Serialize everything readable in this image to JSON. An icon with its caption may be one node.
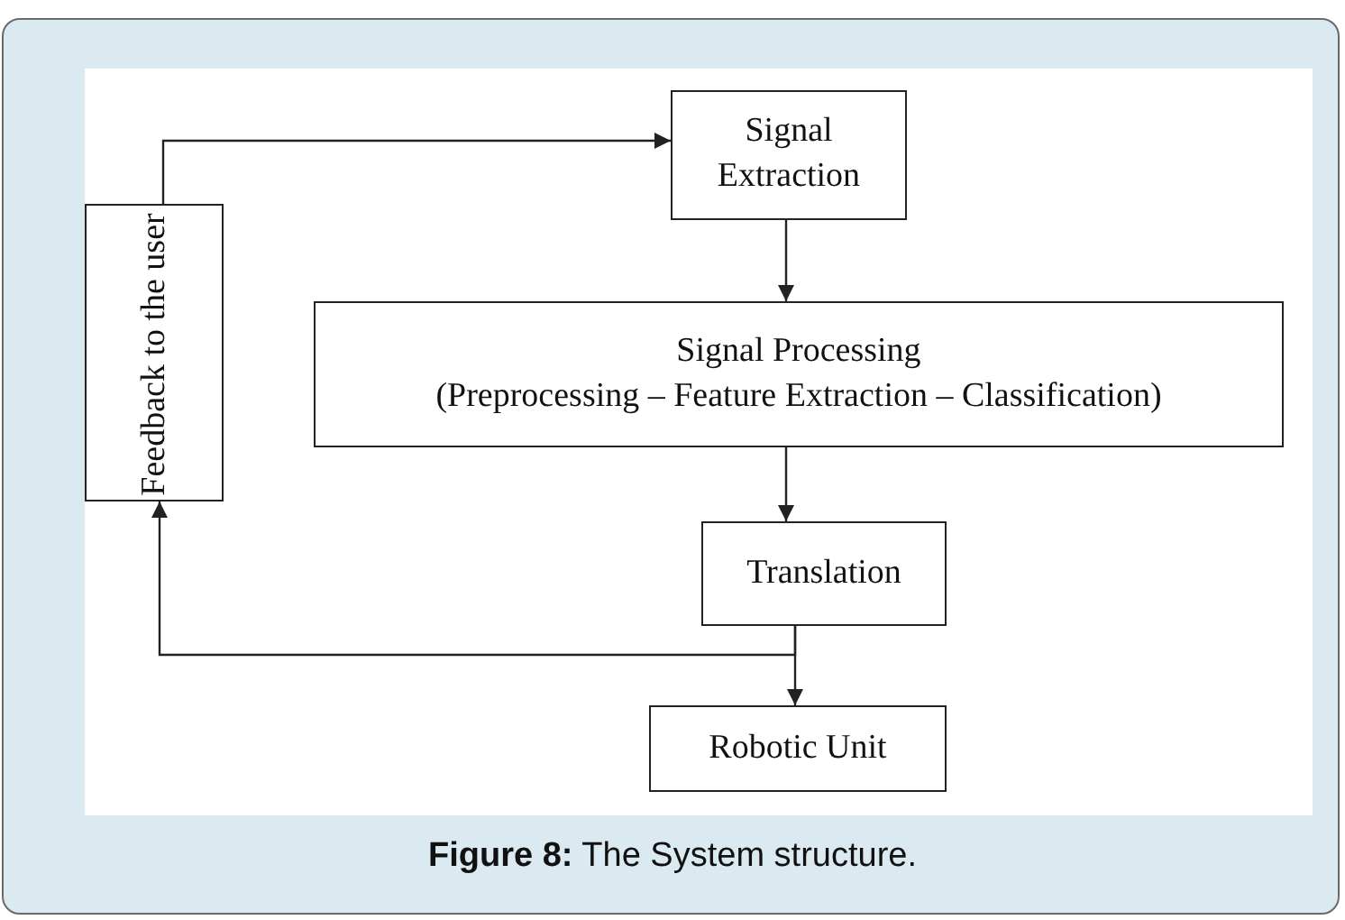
{
  "diagram": {
    "caption": "**Figure 8:** The System structure.",
    "nodes": [
      {
        "text": [
          "Signal Extraction"
        ]
      },
      {
        "text": [
          "Signal Processing",
          "(Preprocessing – Feature Extraction – Classification)"
        ]
      },
      {
        "text": [
          "Translation"
        ]
      },
      {
        "text": [
          "Robotic Unit"
        ]
      },
      {
        "text": [
          "Feedback to the user"
        ]
      }
    ],
    "edges": [
      {
        "from": 4,
        "to": 0,
        "arrow": "to"
      },
      {
        "from": 0,
        "to": 1,
        "arrow": "to"
      },
      {
        "from": 1,
        "to": 2,
        "arrow": "to"
      },
      {
        "from": 2,
        "to": 3,
        "arrow": "to"
      },
      {
        "from": 2,
        "to": 4,
        "arrow": "to"
      }
    ]
  }
}
